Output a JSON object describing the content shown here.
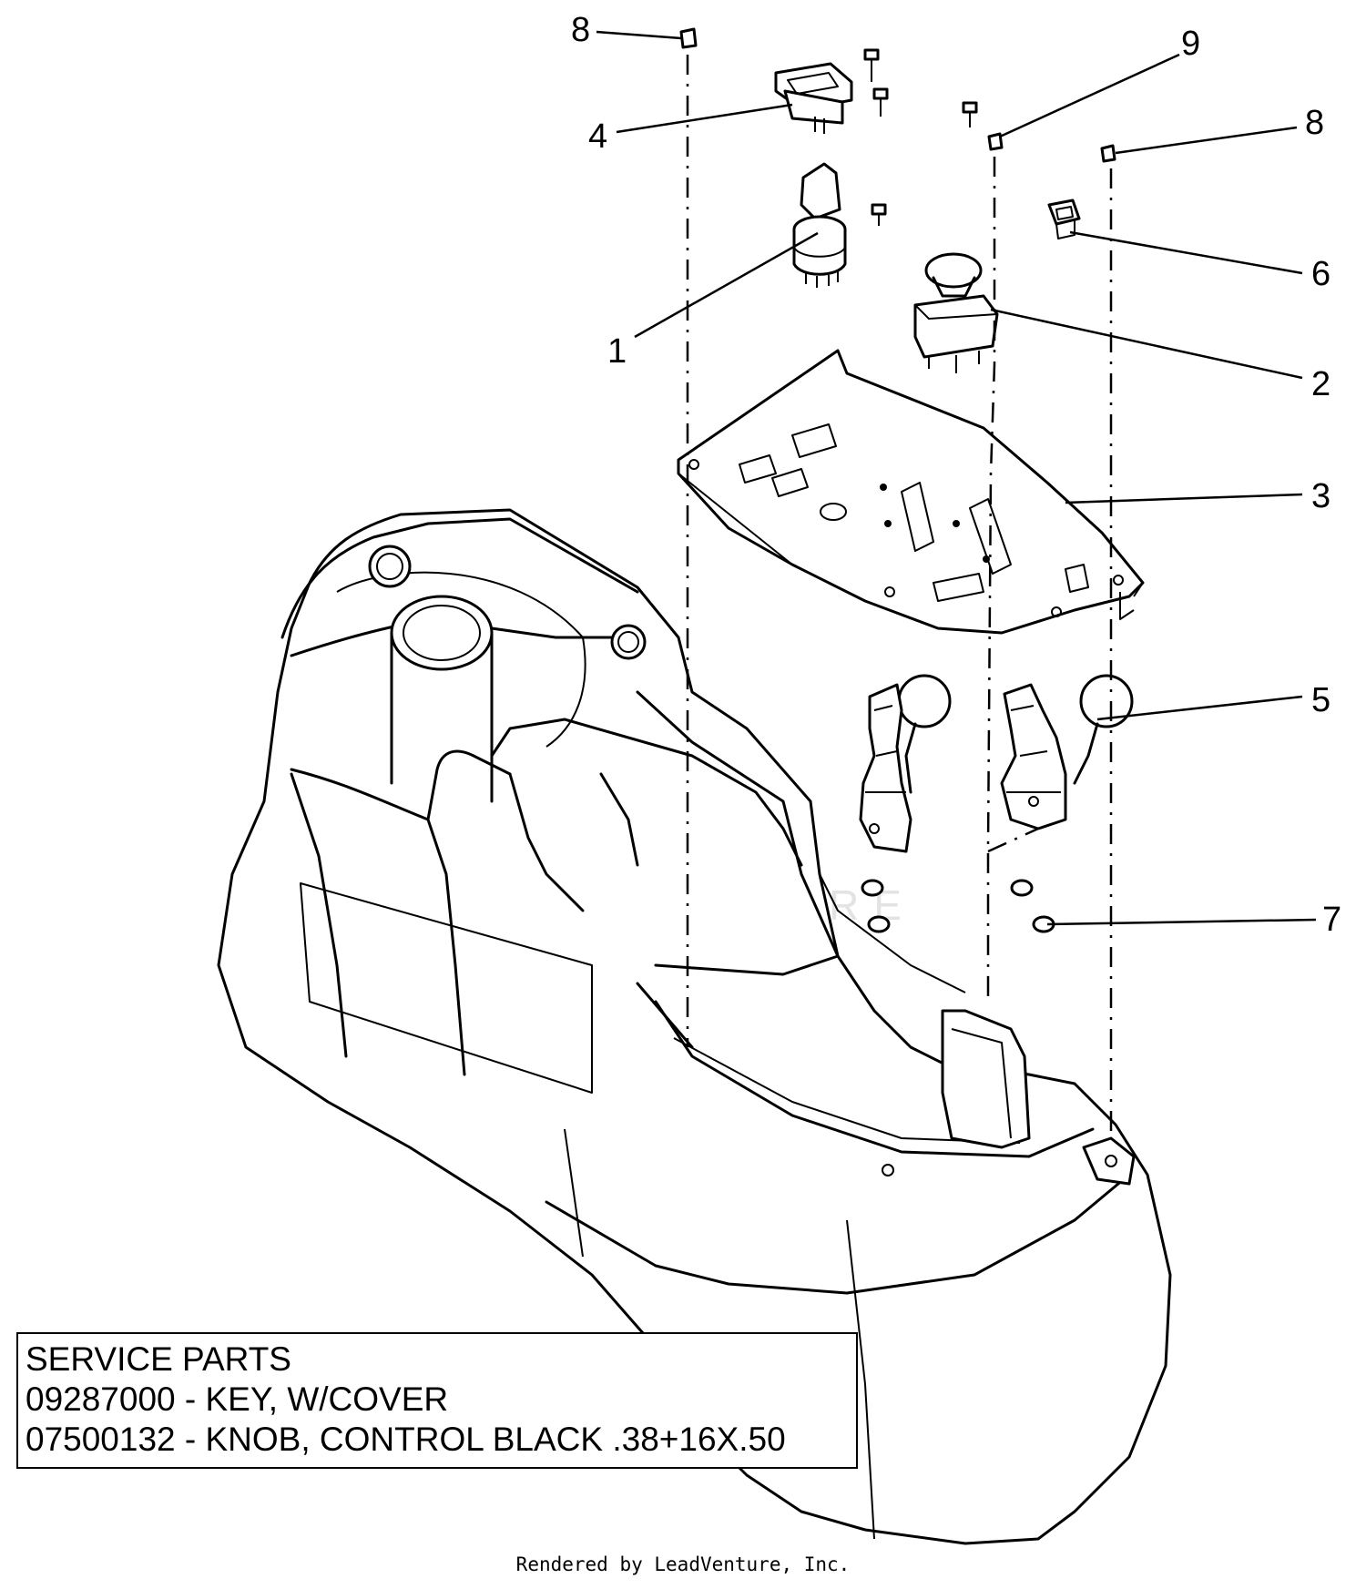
{
  "callouts": [
    {
      "id": "c1",
      "label": "1"
    },
    {
      "id": "c2",
      "label": "2"
    },
    {
      "id": "c3",
      "label": "3"
    },
    {
      "id": "c4",
      "label": "4"
    },
    {
      "id": "c5",
      "label": "5"
    },
    {
      "id": "c6",
      "label": "6"
    },
    {
      "id": "c7",
      "label": "7"
    },
    {
      "id": "c8a",
      "label": "8"
    },
    {
      "id": "c8b",
      "label": "8"
    },
    {
      "id": "c9",
      "label": "9"
    }
  ],
  "service_parts": {
    "heading": "SERVICE PARTS",
    "lines": [
      "09287000 - KEY, W/COVER",
      "07500132 - KNOB, CONTROL BLACK .38+16X.50"
    ]
  },
  "watermark": "LEADVENTURE",
  "footer": "Rendered by LeadVenture, Inc."
}
